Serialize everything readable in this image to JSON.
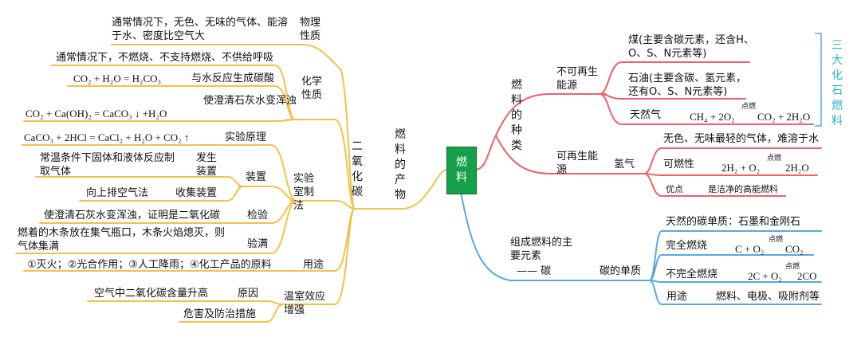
{
  "center": "燃料",
  "left": {
    "label": "燃料的产物",
    "co2": {
      "label": "二氧化碳",
      "physical": {
        "label": "物理性质",
        "text": "通常情况下，无色、无味的气体、能溶于水、密度比空气大"
      },
      "chemical": {
        "label": "化学性质",
        "text": "通常情况下，不燃烧、不支持燃烧、不供给呼吸",
        "water_eq": "CO₂ + H₂O = H₂CO₃",
        "water_label": "与水反应生成碳酸",
        "lime_eq": "CO₂ + Ca(OH)₂ = CaCO₃ ↓ +H₂O",
        "lime_label": "使澄清石灰水变浑浊"
      },
      "lab": {
        "label": "实验室制法",
        "principle_eq": "CaCO₃ + 2HCl = CaCl₂ + H₂O + CO₂ ↑",
        "principle_label": "实验原理",
        "apparatus_label": "装置",
        "gen_text": "常温条件下固体和液体反应制取气体",
        "gen_label": "发生装置",
        "collect_text": "向上排空气法",
        "collect_label": "收集装置",
        "test_text": "使澄清石灰水变浑浊，证明是二氧化碳",
        "test_label": "检验",
        "full_text": "燃着的木条放在集气瓶口，木条火焰熄灭，则气体集满",
        "full_label": "验满"
      },
      "uses": {
        "text": "①灭火；②光合作用；③人工降雨；④化工产品的原料",
        "label": "用途"
      },
      "greenhouse": {
        "label": "温室效应增强",
        "cause_text": "空气中二氧化碳含量升高",
        "cause_label": "原因",
        "measure_text": "危害及防治措施"
      }
    }
  },
  "right": {
    "types": {
      "label": "燃料的种类",
      "nonrenewable": {
        "label": "不可再生能源",
        "coal": "煤(主要含碳元素，还含H、O、S、N元素等)",
        "oil": "石油(主要含碳、氢元素，还有O、S、N元素等)",
        "gas_label": "天然气",
        "gas_eq_left": "CH₄ + 2O₂",
        "gas_eq_cond": "点燃",
        "gas_eq_right": "CO₂ + 2H₂O",
        "fossil": "三大化石燃料"
      },
      "renewable": {
        "label": "可再生能源",
        "hydrogen": "氢气",
        "h2_phys": "无色、无味最轻的气体，难溶于水",
        "h2_flam_label": "可燃性",
        "h2_eq_left": "2H₂ + O₂",
        "h2_eq_cond": "点燃",
        "h2_eq_right": "2H₂O",
        "h2_adv_label": "优点",
        "h2_adv_text": "是洁净的高能燃料"
      }
    },
    "carbon": {
      "label": "组成燃料的主要元素",
      "dash_label": "—— 碳",
      "element_label": "碳的单质",
      "natural": "天然的碳单质：石墨和金刚石",
      "complete_label": "完全燃烧",
      "complete_eq_left": "C + O₂",
      "complete_eq_cond": "点燃",
      "complete_eq_right": "CO₂",
      "incomplete_label": "不完全燃烧",
      "incomplete_eq_left": "2C + O₂",
      "incomplete_eq_cond": "点燃",
      "incomplete_eq_right": "2CO",
      "uses_label": "用途",
      "uses_text": "燃料、电极、吸附剂等"
    }
  },
  "colors": {
    "yellow": "#f1c24a",
    "red": "#e8636b",
    "blue": "#5aa8e0",
    "center": "#16a04a"
  }
}
